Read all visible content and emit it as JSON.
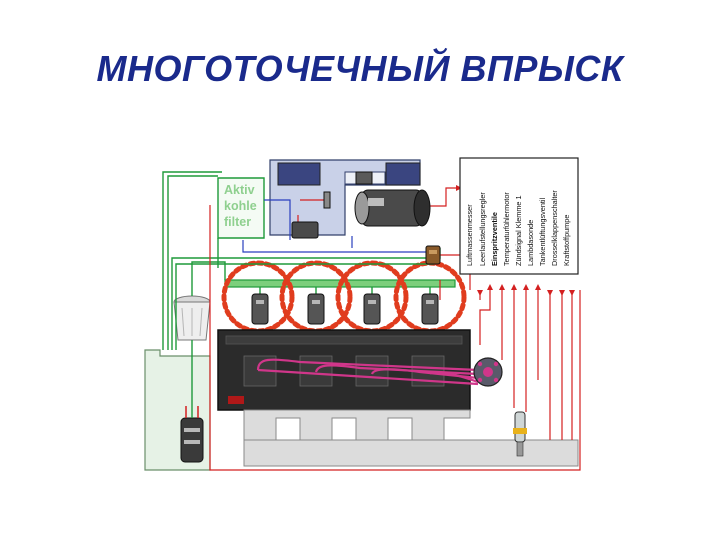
{
  "slide": {
    "title": "МНОГОТОЧЕЧНЫЙ ВПРЫСК"
  },
  "diagram": {
    "filter_label_lines": [
      "Aktiv",
      "kohle",
      "filter"
    ],
    "legend_items": [
      "Luftmassenmesser",
      "Leerlaufstellungsregler",
      "Einspritzventile",
      "Temperaturfühlermotor",
      "Zündsignal Klemme 1",
      "Lambdasonde",
      "Tankentlüftungsventil",
      "Drosselklappenschalter",
      "Kraftstoffpumpe"
    ],
    "colors": {
      "fuel_line": "#1e9a3a",
      "return_line": "#2a3fbf",
      "signal_line": "#d42020",
      "ignition_lead": "#d0368a",
      "injector_highlight": "#e03c1e",
      "engine_block": "#2b2b2b",
      "intake_manifold": "#c9d1e8",
      "tank": "#e6f2e6"
    }
  }
}
